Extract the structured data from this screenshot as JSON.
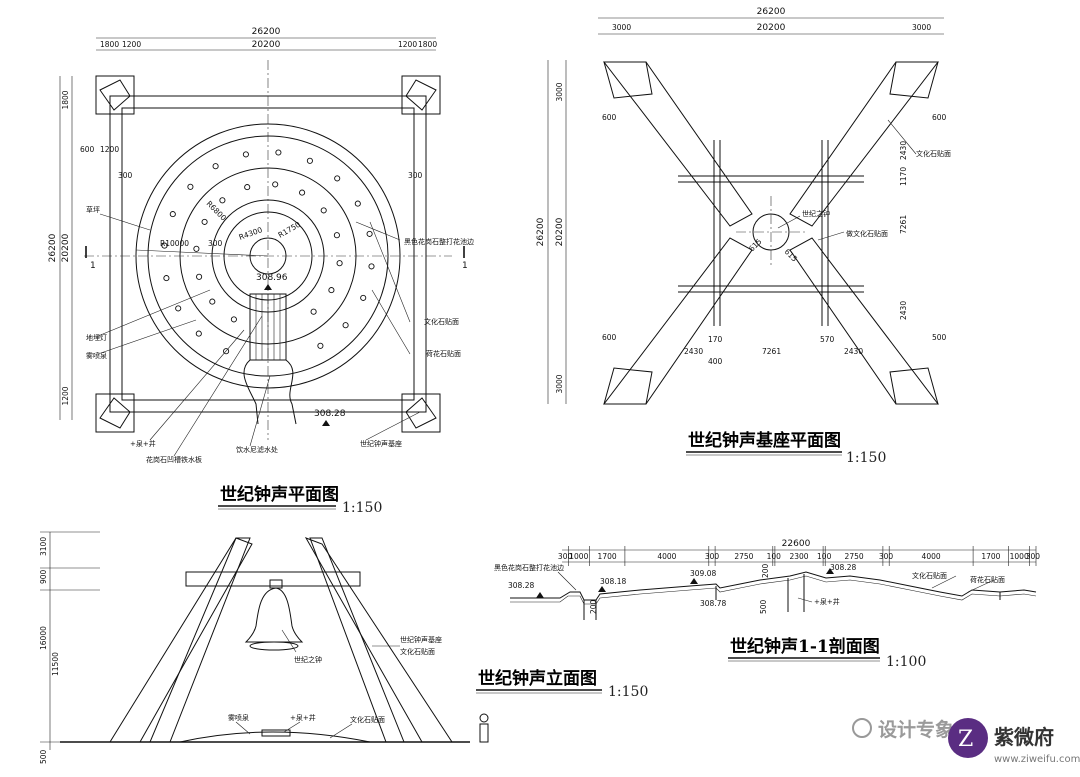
{
  "plan": {
    "title": "世纪钟声平面图",
    "scale": "1:150",
    "dims": {
      "overall": "26200",
      "inner": "20200",
      "d1800": "1800",
      "d1200": "1200",
      "d600": "600",
      "d300": "300",
      "r10000": "R10000",
      "r4300": "R4300",
      "r1750": "R1750",
      "r6800": "R6800",
      "elev1": "308.96",
      "elev2": "308.28",
      "section": "1"
    },
    "labels": {
      "lawn": "草坪",
      "granite_pool": "黑色花岗石整打花池边",
      "culture_stone": "文化石贴面",
      "flame_granite": "荷花石贴面",
      "ground_light": "地埋灯",
      "mist": "雾喷泉",
      "spring": "+泉+井",
      "groove": "花岗石凹槽铁水板",
      "drink": "饮水尼滤水处",
      "base": "世纪钟声基座"
    }
  },
  "base": {
    "title": "世纪钟声基座平面图",
    "scale": "1:150",
    "dims": {
      "overall": "26200",
      "inner": "20200",
      "d3000": "3000",
      "d600": "600",
      "d2430": "2430",
      "d7261": "7261",
      "d1170": "1170",
      "d570": "570",
      "d400": "400",
      "d170": "170",
      "d500": "500",
      "d615": "615"
    },
    "labels": {
      "bell_center": "世纪之钟",
      "culture_stone": "做文化石贴面",
      "culture_stone2": "文化石贴面"
    }
  },
  "elevation": {
    "title": "世纪钟声立面图",
    "scale": "1:150",
    "dims": {
      "d3100": "3100",
      "d900": "900",
      "d16000": "16000",
      "d11500": "11500",
      "d500": "500"
    },
    "labels": {
      "bell": "世纪之钟",
      "base": "世纪钟声基座",
      "culture_stone": "文化石贴面",
      "mist": "雾喷泉",
      "spring": "+泉+井",
      "culture_stone2": "文化石贴面"
    }
  },
  "section": {
    "title": "世纪钟声1-1剖面图",
    "scale": "1:100",
    "dims": {
      "overall": "22600",
      "segments": [
        "300",
        "1000",
        "1700",
        "4000",
        "300",
        "2750",
        "100",
        "2300",
        "100",
        "2750",
        "300",
        "4000",
        "1700",
        "1000",
        "300"
      ],
      "e1": "308.28",
      "e2": "308.18",
      "e3": "309.08",
      "e4": "308.78",
      "e5": "308.28",
      "d200": "200",
      "d500": "500"
    },
    "labels": {
      "granite_pool": "黑色花岗石整打花池边",
      "culture_stone": "文化石贴面",
      "flame_granite": "荷花石贴面",
      "spring": "+泉+井"
    }
  },
  "watermark": {
    "text": "设计专象会",
    "brand": "紫微府",
    "url": "www.ziweifu.com"
  }
}
